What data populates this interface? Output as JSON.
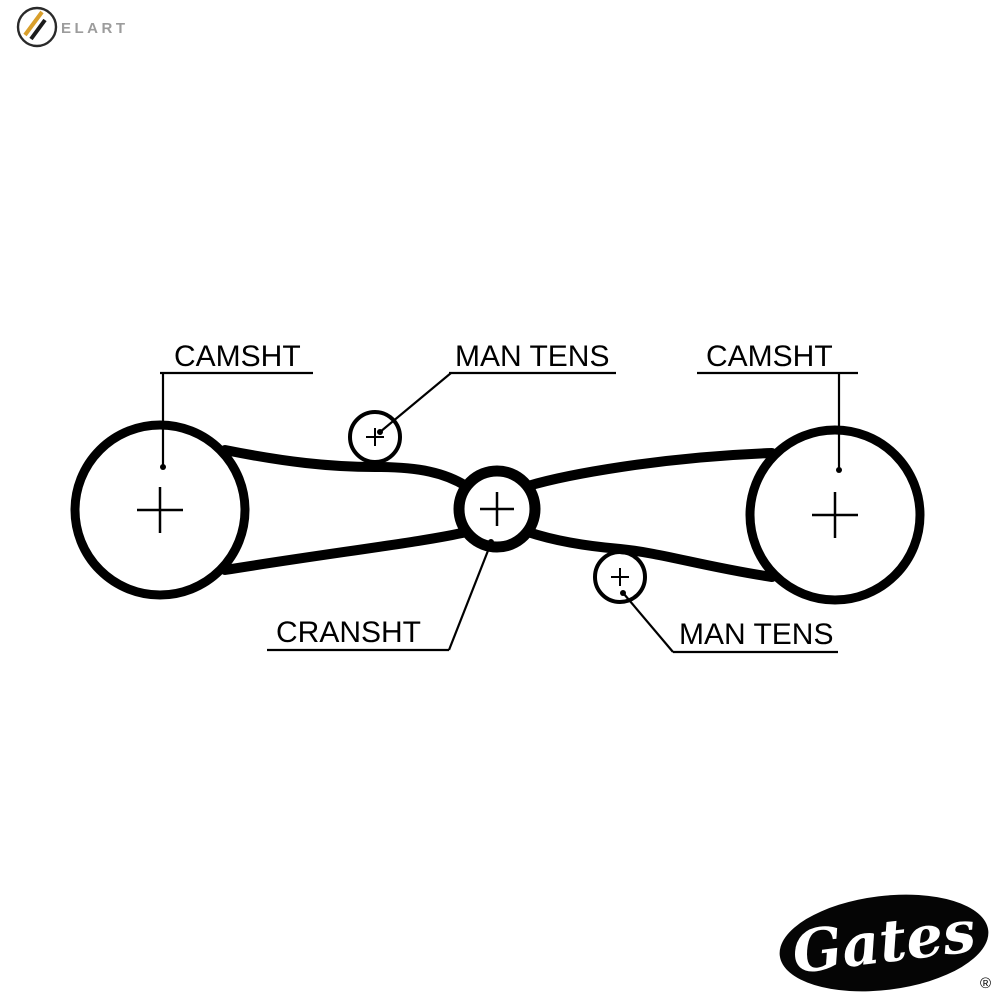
{
  "page": {
    "background_color": "#ffffff"
  },
  "watermark": {
    "label": "ELART",
    "text_color": "#9c9c9c",
    "gold_color": "#d99f2b",
    "ink_color": "#1c1c1c"
  },
  "diagram": {
    "ink_color": "#000000",
    "labels": {
      "left_camshaft": "CAMSHT",
      "top_tensioner": "MAN TENS",
      "right_camshaft": "CAMSHT",
      "crankshaft": "CRANSHT",
      "bottom_tensioner": "MAN TENS"
    }
  },
  "brand": {
    "label": "Gates",
    "registered_mark": "®",
    "badge_color": "#000000",
    "text_color": "#ffffff"
  }
}
